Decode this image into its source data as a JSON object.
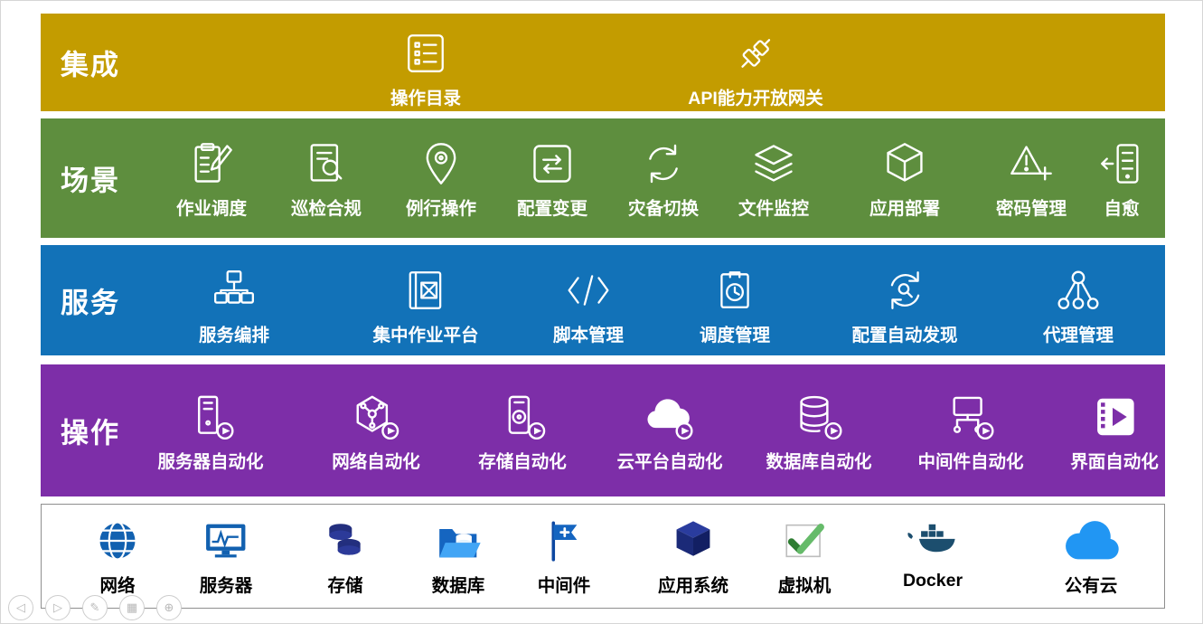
{
  "slide": {
    "layers": [
      {
        "title": "集成",
        "color": "#C39C00",
        "items": [
          {
            "label": "操作目录",
            "icon": "operation-catalog-icon"
          },
          {
            "label": "API能力开放网关",
            "icon": "api-gateway-icon"
          }
        ]
      },
      {
        "title": "场景",
        "color": "#5E8E3E",
        "items": [
          {
            "label": "作业调度",
            "icon": "job-scheduling-icon"
          },
          {
            "label": "巡检合规",
            "icon": "inspection-compliance-icon"
          },
          {
            "label": "例行操作",
            "icon": "routine-operations-icon"
          },
          {
            "label": "配置变更",
            "icon": "config-change-icon"
          },
          {
            "label": "灾备切换",
            "icon": "disaster-switch-icon"
          },
          {
            "label": "文件监控",
            "icon": "file-monitoring-icon"
          },
          {
            "label": "应用部署",
            "icon": "app-deployment-icon"
          },
          {
            "label": "密码管理",
            "icon": "password-management-icon"
          },
          {
            "label": "自愈",
            "icon": "self-healing-icon"
          }
        ]
      },
      {
        "title": "服务",
        "color": "#1272B8",
        "items": [
          {
            "label": "服务编排",
            "icon": "service-orchestration-icon"
          },
          {
            "label": "集中作业平台",
            "icon": "central-job-platform-icon"
          },
          {
            "label": "脚本管理",
            "icon": "script-management-icon"
          },
          {
            "label": "调度管理",
            "icon": "schedule-management-icon"
          },
          {
            "label": "配置自动发现",
            "icon": "config-auto-discovery-icon"
          },
          {
            "label": "代理管理",
            "icon": "agent-management-icon"
          }
        ]
      },
      {
        "title": "操作",
        "color": "#7D2EA8",
        "items": [
          {
            "label": "服务器自动化",
            "icon": "server-automation-icon"
          },
          {
            "label": "网络自动化",
            "icon": "network-automation-icon"
          },
          {
            "label": "存储自动化",
            "icon": "storage-automation-icon"
          },
          {
            "label": "云平台自动化",
            "icon": "cloud-automation-icon"
          },
          {
            "label": "数据库自动化",
            "icon": "database-automation-icon"
          },
          {
            "label": "中间件自动化",
            "icon": "middleware-automation-icon"
          },
          {
            "label": "界面自动化",
            "icon": "ui-automation-icon"
          }
        ]
      }
    ],
    "infrastructure": {
      "items": [
        {
          "label": "网络",
          "icon": "network-globe-icon"
        },
        {
          "label": "服务器",
          "icon": "server-monitor-icon"
        },
        {
          "label": "存储",
          "icon": "storage-disks-icon"
        },
        {
          "label": "数据库",
          "icon": "database-folder-icon"
        },
        {
          "label": "中间件",
          "icon": "middleware-flag-icon"
        },
        {
          "label": "应用系统",
          "icon": "app-system-cube-icon"
        },
        {
          "label": "虚拟机",
          "icon": "vm-check-icon"
        },
        {
          "label": "Docker",
          "icon": "docker-whale-icon"
        },
        {
          "label": "公有云",
          "icon": "public-cloud-icon"
        }
      ]
    }
  },
  "palette": {
    "integration": "#C39C00",
    "scenario": "#5E8E3E",
    "service": "#1272B8",
    "operation": "#7D2EA8",
    "infra_blue": "#1261B0",
    "infra_navy": "#232F7E",
    "vm_green": "#66BB6A",
    "docker_navy": "#1C4E6E",
    "cloud_blue": "#2196F3"
  },
  "slide_controls": [
    {
      "name": "previous-slide",
      "glyph": "◁"
    },
    {
      "name": "next-slide",
      "glyph": "▷"
    },
    {
      "name": "pen-tool",
      "glyph": "✎"
    },
    {
      "name": "slide-panel",
      "glyph": "▦"
    },
    {
      "name": "zoom",
      "glyph": "⊕"
    }
  ]
}
